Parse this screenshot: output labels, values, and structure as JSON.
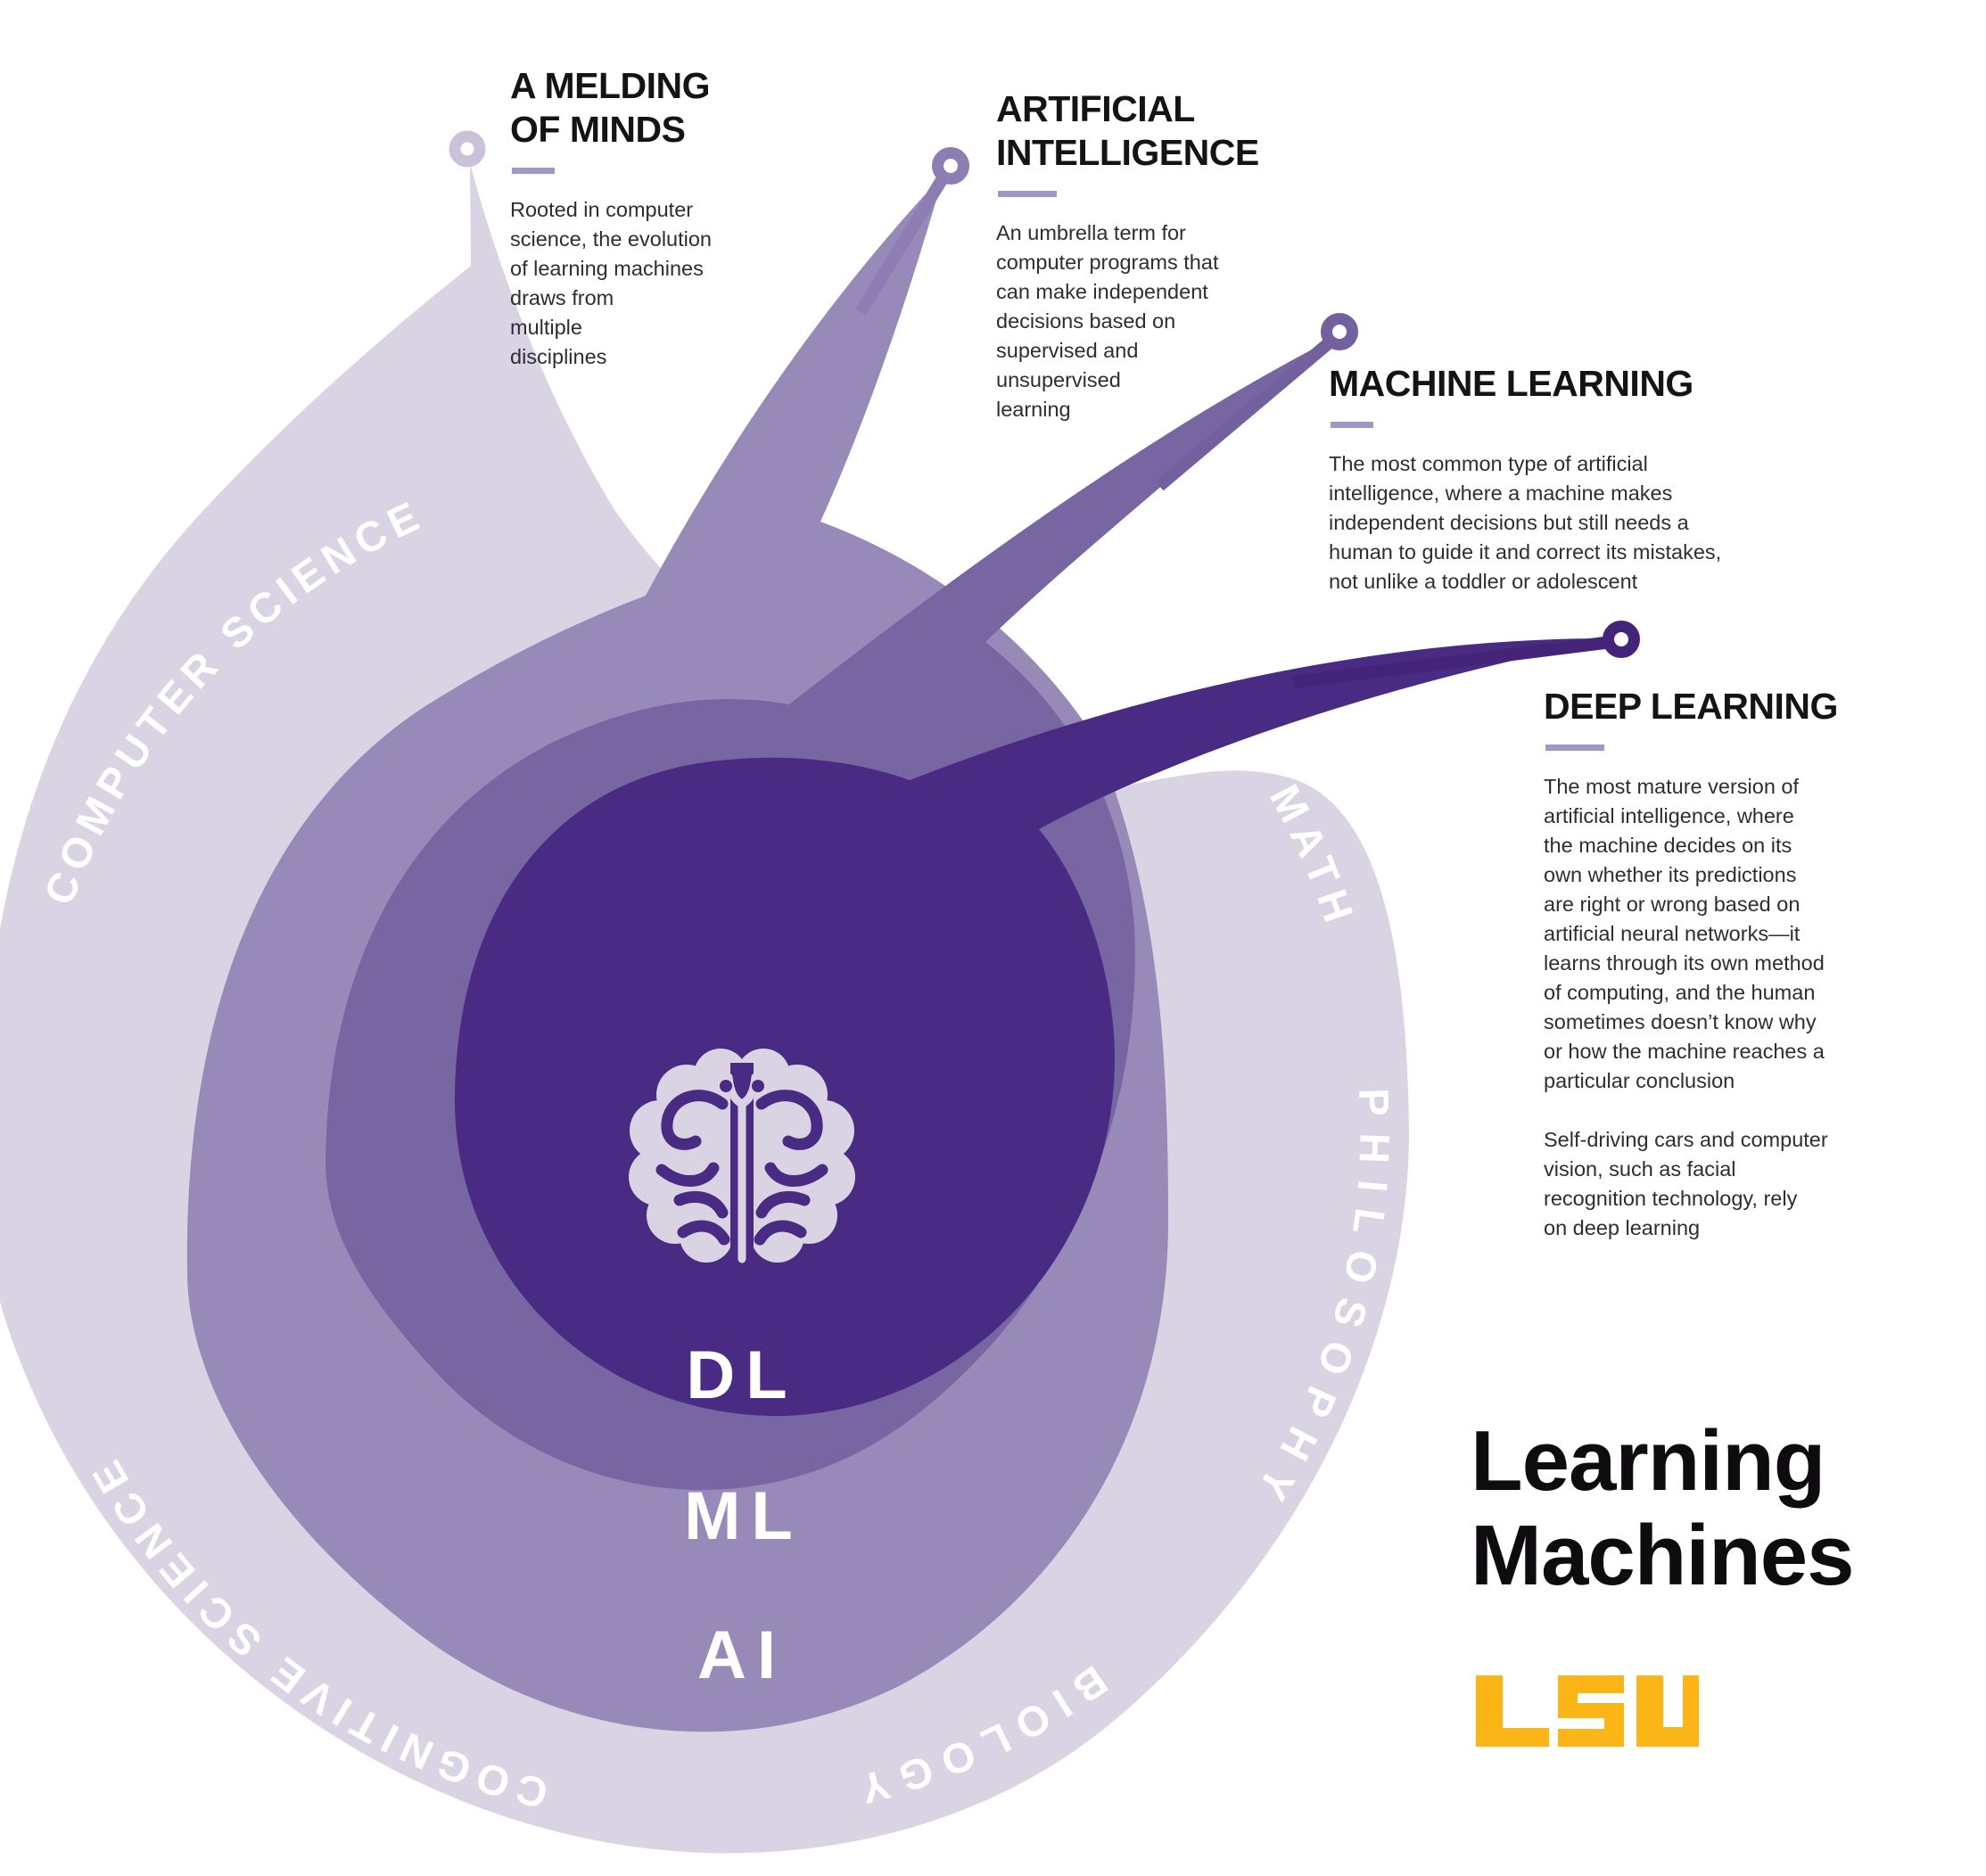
{
  "callouts": {
    "melding": {
      "title": "A MELDING\nOF MINDS",
      "body": "Rooted in computer\nscience, the evolution\nof learning machines\ndraws from\nmultiple\ndisciplines"
    },
    "ai": {
      "title": "ARTIFICIAL\nINTELLIGENCE",
      "body": "An umbrella term for\ncomputer programs that\ncan make independent\ndecisions based on\nsupervised and\nunsupervised\nlearning"
    },
    "ml": {
      "title": "MACHINE LEARNING",
      "body": "The most common type of artificial\nintelligence, where a machine makes\nindependent decisions but still needs a\nhuman to guide it and correct its mistakes,\nnot unlike a toddler or adolescent"
    },
    "dl": {
      "title": "DEEP LEARNING",
      "body": "The most mature version of\nartificial intelligence, where\nthe machine decides on its\nown whether its predictions\nare right or wrong based on\nartificial neural networks—it\nlearns through its own method\nof computing, and the human\nsometimes doesn’t know why\nor how the machine reaches a\nparticular conclusion",
      "body2": "Self-driving cars and computer\nvision, such as facial\nrecognition technology, rely\non deep learning"
    }
  },
  "rings": {
    "disciplines": [
      "COMPUTER SCIENCE",
      "MATH",
      "PHILOSOPHY",
      "BIOLOGY",
      "COGNITIVE SCIENCE"
    ],
    "levels": [
      "DL",
      "ML",
      "AI"
    ]
  },
  "footer": {
    "title": "Learning\nMachines",
    "logo_text": "LSU"
  },
  "colors": {
    "outer_ring": "#D9D3E4",
    "ai_ring": "#978AB8",
    "ml_ring": "#7766A2",
    "dl_core": "#4A2B84",
    "lsu_gold": "#FBB517",
    "underline": "#A296C6"
  }
}
